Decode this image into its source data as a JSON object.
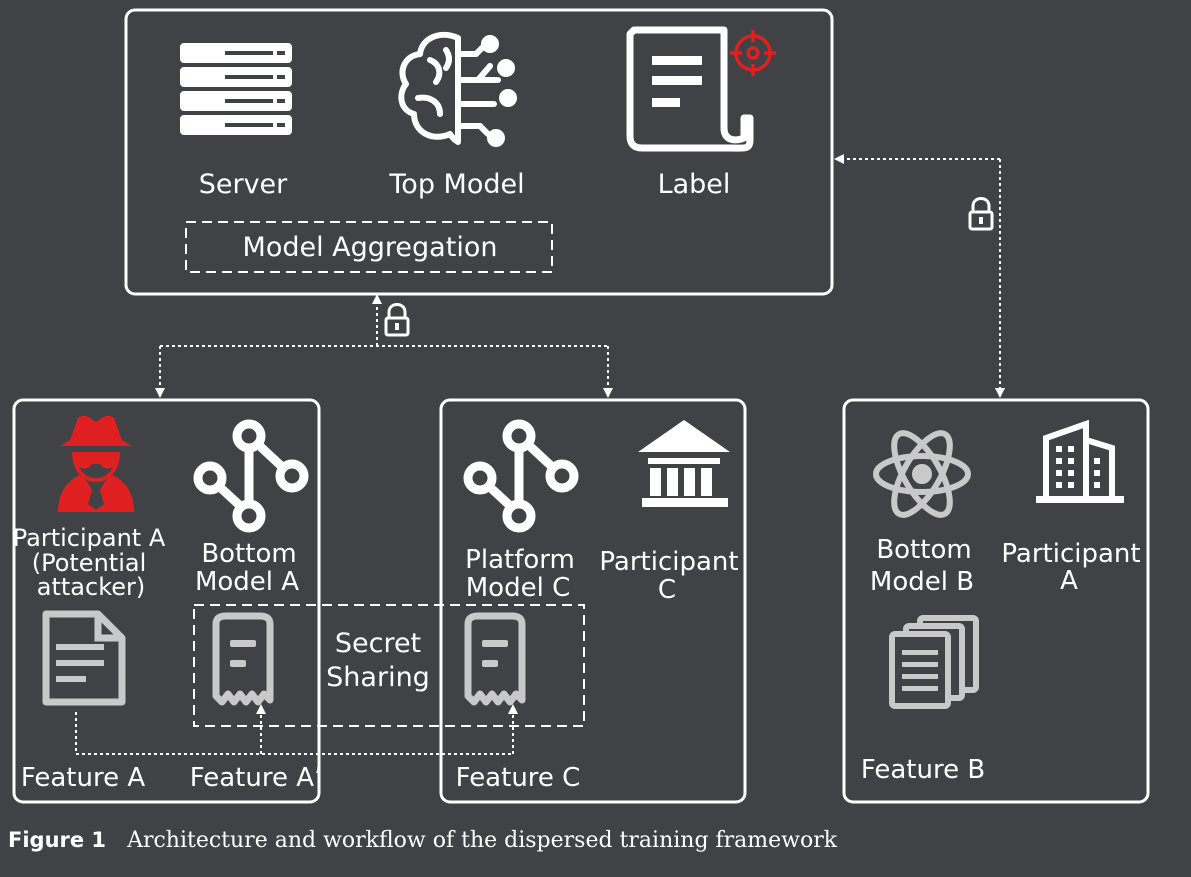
{
  "colors": {
    "background": "#404245",
    "foreground": "#ffffff",
    "icon_gray": "#c9c9c9",
    "attacker_red": "#e02020"
  },
  "server_box": {
    "server_label": "Server",
    "top_model_label": "Top Model",
    "label_label": "Label",
    "aggregation_label": "Model Aggregation",
    "icons": [
      "server-icon",
      "brain-icon",
      "label-document-icon",
      "target-icon"
    ]
  },
  "box_a": {
    "attacker_label_1": "Participant A",
    "attacker_label_2": "(Potential",
    "attacker_label_3": "attacker)",
    "bottom_model_1": "Bottom",
    "bottom_model_2": "Model A",
    "feature_a": "Feature A",
    "feature_a_prime": "Feature A’",
    "icons": [
      "spy-icon",
      "graph-icon",
      "document-icon",
      "receipt-icon"
    ]
  },
  "box_c": {
    "platform_model_1": "Platform",
    "platform_model_2": "Model C",
    "participant_1": "Participant",
    "participant_2": "C",
    "feature_c": "Feature C",
    "icons": [
      "graph-icon",
      "bank-icon",
      "receipt-icon"
    ]
  },
  "secret_sharing": {
    "line1": "Secret",
    "line2": "Sharing"
  },
  "box_b": {
    "bottom_model_1": "Bottom",
    "bottom_model_2": "Model B",
    "participant_1": "Participant",
    "participant_2": "A",
    "feature_b": "Feature B",
    "icons": [
      "atom-icon",
      "building-icon",
      "documents-icon"
    ]
  },
  "links": {
    "icons": [
      "lock-icon"
    ]
  },
  "caption": {
    "figure": "Figure 1",
    "text": "Architecture and workflow of the dispersed training framework"
  }
}
